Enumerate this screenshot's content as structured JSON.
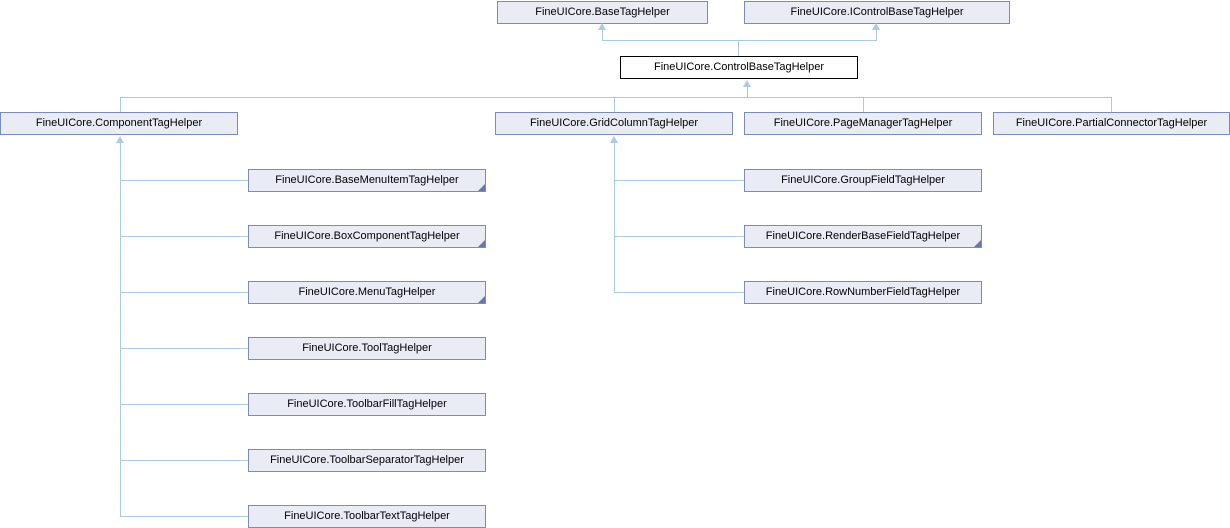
{
  "diagram": {
    "type": "class-inheritance-diagram",
    "colors": {
      "background": "#ffffff",
      "node_fill": "#E9EBF5",
      "node_border": "#7C8BBF",
      "current_node_fill": "#ffffff",
      "current_node_border": "#000000",
      "edge": "#A9CBE8",
      "subclass_marker": "#6577AE",
      "text": "#000000"
    },
    "nodes": [
      {
        "label": "FineUICore.BaseTagHelper",
        "role": "base",
        "has_hidden_subclasses": false
      },
      {
        "label": "FineUICore.IControlBaseTagHelper",
        "role": "base",
        "has_hidden_subclasses": false
      },
      {
        "label": "FineUICore.ControlBaseTagHelper",
        "role": "current",
        "has_hidden_subclasses": false
      },
      {
        "label": "FineUICore.ComponentTagHelper",
        "role": "derived",
        "has_hidden_subclasses": false
      },
      {
        "label": "FineUICore.GridColumnTagHelper",
        "role": "derived",
        "has_hidden_subclasses": false
      },
      {
        "label": "FineUICore.PageManagerTagHelper",
        "role": "derived",
        "has_hidden_subclasses": false
      },
      {
        "label": "FineUICore.PartialConnectorTagHelper",
        "role": "derived",
        "has_hidden_subclasses": false
      },
      {
        "label": "FineUICore.BaseMenuItemTagHelper",
        "role": "derived",
        "has_hidden_subclasses": true
      },
      {
        "label": "FineUICore.BoxComponentTagHelper",
        "role": "derived",
        "has_hidden_subclasses": true
      },
      {
        "label": "FineUICore.MenuTagHelper",
        "role": "derived",
        "has_hidden_subclasses": true
      },
      {
        "label": "FineUICore.ToolTagHelper",
        "role": "derived",
        "has_hidden_subclasses": false
      },
      {
        "label": "FineUICore.ToolbarFillTagHelper",
        "role": "derived",
        "has_hidden_subclasses": false
      },
      {
        "label": "FineUICore.ToolbarSeparatorTagHelper",
        "role": "derived",
        "has_hidden_subclasses": false
      },
      {
        "label": "FineUICore.ToolbarTextTagHelper",
        "role": "derived",
        "has_hidden_subclasses": false
      },
      {
        "label": "FineUICore.GroupFieldTagHelper",
        "role": "derived",
        "has_hidden_subclasses": false
      },
      {
        "label": "FineUICore.RenderBaseFieldTagHelper",
        "role": "derived",
        "has_hidden_subclasses": true
      },
      {
        "label": "FineUICore.RowNumberFieldTagHelper",
        "role": "derived",
        "has_hidden_subclasses": false
      }
    ],
    "relations": [
      {
        "derived": "FineUICore.ControlBaseTagHelper",
        "base": "FineUICore.BaseTagHelper"
      },
      {
        "derived": "FineUICore.ControlBaseTagHelper",
        "base": "FineUICore.IControlBaseTagHelper"
      },
      {
        "derived": "FineUICore.ComponentTagHelper",
        "base": "FineUICore.ControlBaseTagHelper"
      },
      {
        "derived": "FineUICore.GridColumnTagHelper",
        "base": "FineUICore.ControlBaseTagHelper"
      },
      {
        "derived": "FineUICore.PageManagerTagHelper",
        "base": "FineUICore.ControlBaseTagHelper"
      },
      {
        "derived": "FineUICore.PartialConnectorTagHelper",
        "base": "FineUICore.ControlBaseTagHelper"
      },
      {
        "derived": "FineUICore.BaseMenuItemTagHelper",
        "base": "FineUICore.ComponentTagHelper"
      },
      {
        "derived": "FineUICore.BoxComponentTagHelper",
        "base": "FineUICore.ComponentTagHelper"
      },
      {
        "derived": "FineUICore.MenuTagHelper",
        "base": "FineUICore.ComponentTagHelper"
      },
      {
        "derived": "FineUICore.ToolTagHelper",
        "base": "FineUICore.ComponentTagHelper"
      },
      {
        "derived": "FineUICore.ToolbarFillTagHelper",
        "base": "FineUICore.ComponentTagHelper"
      },
      {
        "derived": "FineUICore.ToolbarSeparatorTagHelper",
        "base": "FineUICore.ComponentTagHelper"
      },
      {
        "derived": "FineUICore.ToolbarTextTagHelper",
        "base": "FineUICore.ComponentTagHelper"
      },
      {
        "derived": "FineUICore.GroupFieldTagHelper",
        "base": "FineUICore.GridColumnTagHelper"
      },
      {
        "derived": "FineUICore.RenderBaseFieldTagHelper",
        "base": "FineUICore.GridColumnTagHelper"
      },
      {
        "derived": "FineUICore.RowNumberFieldTagHelper",
        "base": "FineUICore.GridColumnTagHelper"
      }
    ]
  }
}
